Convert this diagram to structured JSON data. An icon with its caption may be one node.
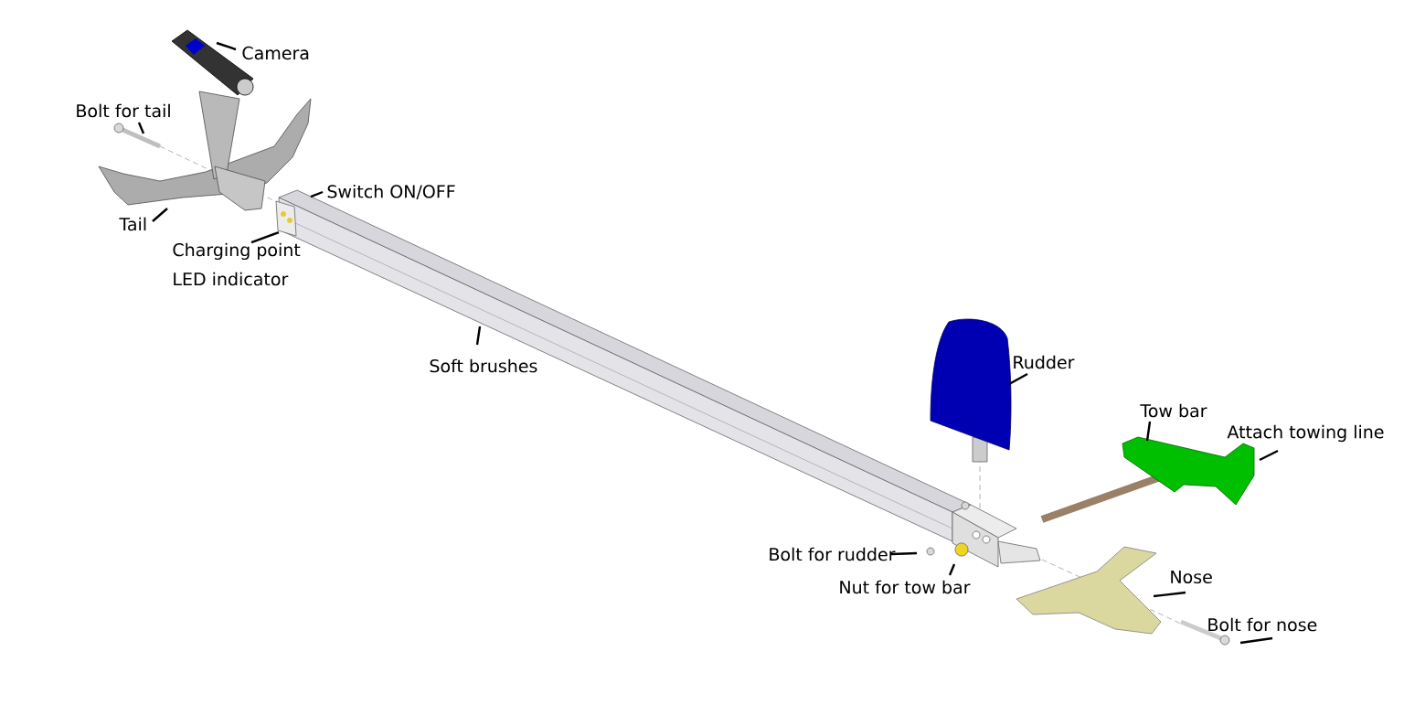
{
  "diagram": {
    "nodes": [
      {
        "text": [
          "Camera"
        ]
      },
      {
        "text": [
          "Bolt for tail"
        ]
      },
      {
        "text": [
          "Switch ON/OFF"
        ]
      },
      {
        "text": [
          "Tail"
        ]
      },
      {
        "text": [
          "Charging point",
          "LED indicator"
        ]
      },
      {
        "text": [
          "Soft brushes"
        ]
      },
      {
        "text": [
          "Rudder"
        ]
      },
      {
        "text": [
          "Tow bar"
        ]
      },
      {
        "text": [
          "Attach towing line"
        ]
      },
      {
        "text": [
          "Bolt for rudder"
        ]
      },
      {
        "text": [
          "Nut for tow bar"
        ]
      },
      {
        "text": [
          "Nose"
        ]
      },
      {
        "text": [
          "Bolt for nose"
        ]
      }
    ],
    "edges": [
      {
        "from": 0,
        "to": null,
        "arrow": "none"
      },
      {
        "from": 1,
        "to": null,
        "arrow": "none"
      },
      {
        "from": 2,
        "to": null,
        "arrow": "none"
      },
      {
        "from": 3,
        "to": null,
        "arrow": "none"
      },
      {
        "from": 4,
        "to": null,
        "arrow": "none"
      },
      {
        "from": 5,
        "to": null,
        "arrow": "none"
      },
      {
        "from": 6,
        "to": null,
        "arrow": "none"
      },
      {
        "from": 7,
        "to": null,
        "arrow": "none"
      },
      {
        "from": 8,
        "to": null,
        "arrow": "none"
      },
      {
        "from": 9,
        "to": null,
        "arrow": "none"
      },
      {
        "from": 10,
        "to": null,
        "arrow": "none"
      },
      {
        "from": 11,
        "to": null,
        "arrow": "none"
      },
      {
        "from": 12,
        "to": null,
        "arrow": "none"
      }
    ]
  }
}
